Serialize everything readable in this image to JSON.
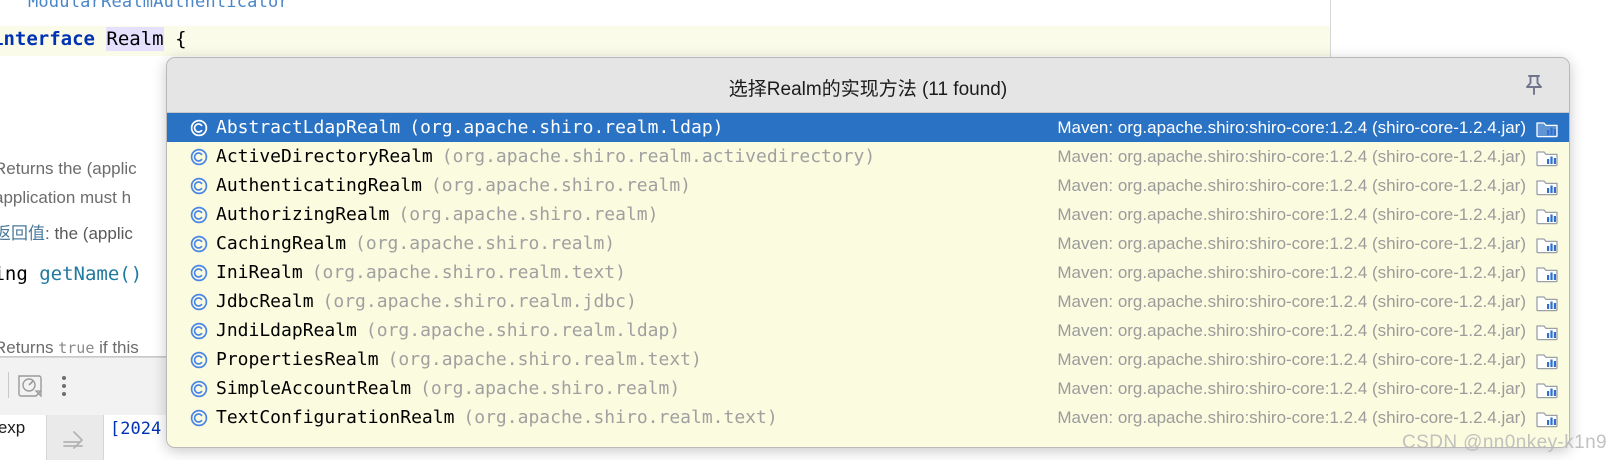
{
  "editor": {
    "decl_above": "ModularRealmAuthenticator",
    "decl_keyword": "interface",
    "decl_identifier": "Realm",
    "decl_brace": "{",
    "doc_line_1": "Returns the (applic",
    "doc_line_2": "application must h",
    "doc_line_3_label": "返回值",
    "doc_line_3_rest": ": the (applic",
    "signature_prefix": "ring ",
    "signature_method": "getName()",
    "doc_line_5_a": "Returns ",
    "doc_line_5_mono": "true",
    "doc_line_5_b": " if this",
    "bottom_tab_label": "ar exp",
    "bottom_log_text": "[2024"
  },
  "chooser": {
    "title": "选择Realm的实现方法 (11 found)",
    "pin_icon": "pin-icon",
    "selected_index": 0,
    "class_icon": "class-icon",
    "library_icon": "library-icon",
    "rows": [
      {
        "name": "AbstractLdapRealm",
        "pkg": "(org.apache.shiro.realm.ldap)",
        "maven": "Maven: org.apache.shiro:shiro-core:1.2.4 (shiro-core-1.2.4.jar)"
      },
      {
        "name": "ActiveDirectoryRealm",
        "pkg": "(org.apache.shiro.realm.activedirectory)",
        "maven": "Maven: org.apache.shiro:shiro-core:1.2.4 (shiro-core-1.2.4.jar)"
      },
      {
        "name": "AuthenticatingRealm",
        "pkg": "(org.apache.shiro.realm)",
        "maven": "Maven: org.apache.shiro:shiro-core:1.2.4 (shiro-core-1.2.4.jar)"
      },
      {
        "name": "AuthorizingRealm",
        "pkg": "(org.apache.shiro.realm)",
        "maven": "Maven: org.apache.shiro:shiro-core:1.2.4 (shiro-core-1.2.4.jar)"
      },
      {
        "name": "CachingRealm",
        "pkg": "(org.apache.shiro.realm)",
        "maven": "Maven: org.apache.shiro:shiro-core:1.2.4 (shiro-core-1.2.4.jar)"
      },
      {
        "name": "IniRealm",
        "pkg": "(org.apache.shiro.realm.text)",
        "maven": "Maven: org.apache.shiro:shiro-core:1.2.4 (shiro-core-1.2.4.jar)"
      },
      {
        "name": "JdbcRealm",
        "pkg": "(org.apache.shiro.realm.jdbc)",
        "maven": "Maven: org.apache.shiro:shiro-core:1.2.4 (shiro-core-1.2.4.jar)"
      },
      {
        "name": "JndiLdapRealm",
        "pkg": "(org.apache.shiro.realm.ldap)",
        "maven": "Maven: org.apache.shiro:shiro-core:1.2.4 (shiro-core-1.2.4.jar)"
      },
      {
        "name": "PropertiesRealm",
        "pkg": "(org.apache.shiro.realm.text)",
        "maven": "Maven: org.apache.shiro:shiro-core:1.2.4 (shiro-core-1.2.4.jar)"
      },
      {
        "name": "SimpleAccountRealm",
        "pkg": "(org.apache.shiro.realm)",
        "maven": "Maven: org.apache.shiro:shiro-core:1.2.4 (shiro-core-1.2.4.jar)"
      },
      {
        "name": "TextConfigurationRealm",
        "pkg": "(org.apache.shiro.realm.text)",
        "maven": "Maven: org.apache.shiro:shiro-core:1.2.4 (shiro-core-1.2.4.jar)"
      }
    ]
  },
  "watermark": {
    "text": "CSDN @nn0nkey-k1n9"
  },
  "colors": {
    "selection_blue": "#2a72c4",
    "list_background": "#fbfbe0",
    "header_gray": "#e5e5e5",
    "package_gray": "#a0a0a0",
    "keyword_blue": "#0033b3",
    "icon_blue": "#3b78d8"
  }
}
